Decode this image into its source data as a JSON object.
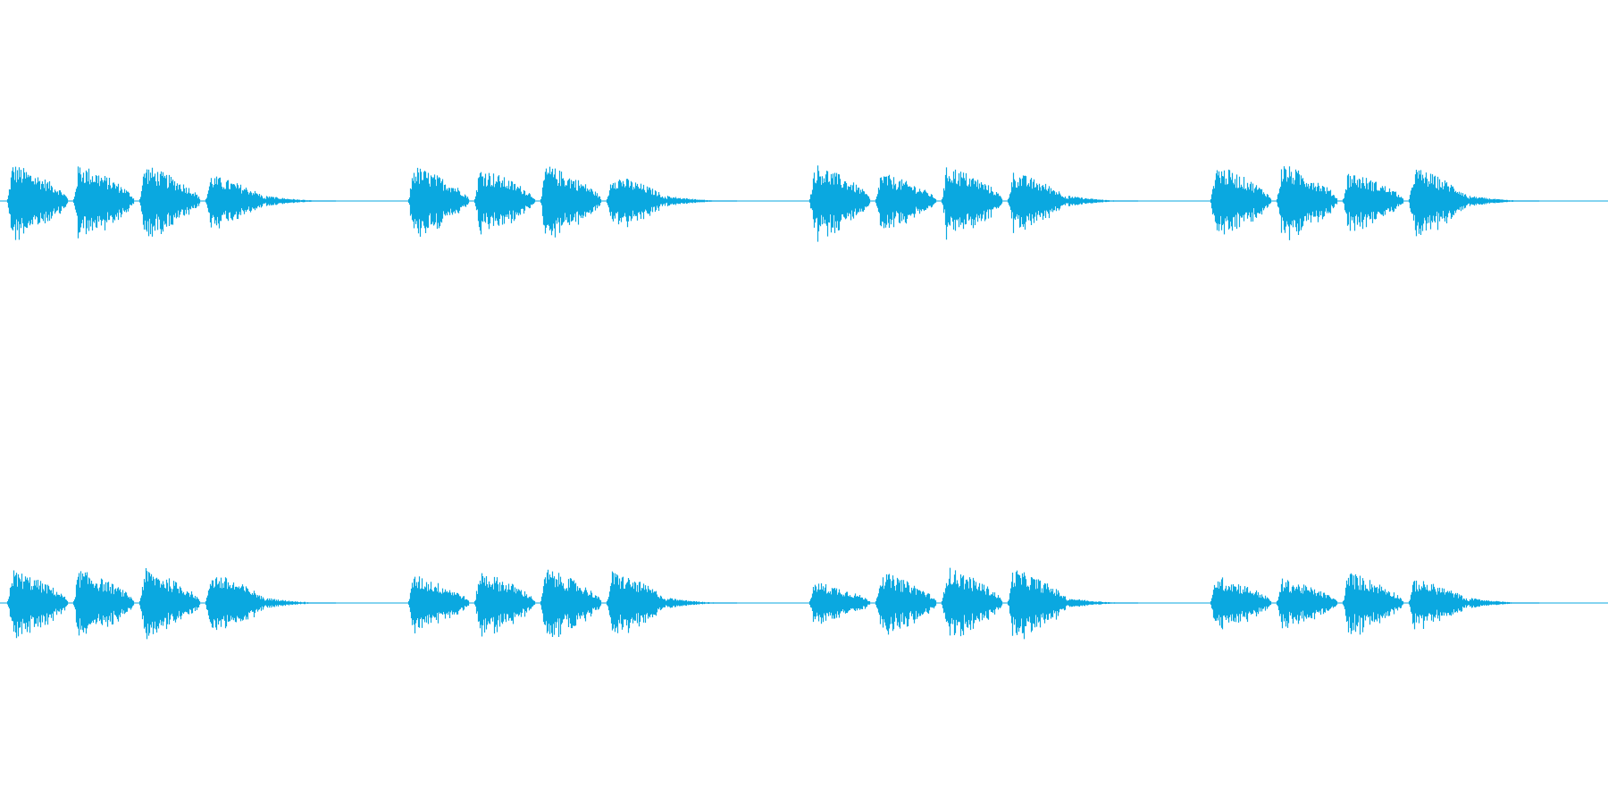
{
  "waveform": {
    "color": "#0aa8e0",
    "background": "#ffffff",
    "channels": [
      {
        "name": "channel-1",
        "clips": [
          {
            "bursts": [
              0.95,
              0.95,
              0.92,
              0.7
            ],
            "tail": true
          },
          {
            "bursts": [
              0.9,
              0.85,
              0.92,
              0.72
            ],
            "tail": true
          },
          {
            "bursts": [
              0.95,
              0.72,
              0.92,
              0.78
            ],
            "tail": true
          },
          {
            "bursts": [
              0.92,
              0.95,
              0.75,
              0.9
            ],
            "tail": true
          }
        ]
      },
      {
        "name": "channel-2",
        "clips": [
          {
            "bursts": [
              0.85,
              0.85,
              0.88,
              0.82
            ],
            "tail": true
          },
          {
            "bursts": [
              0.72,
              0.82,
              0.88,
              0.85
            ],
            "tail": true
          },
          {
            "bursts": [
              0.55,
              0.8,
              0.92,
              0.92
            ],
            "tail": true
          },
          {
            "bursts": [
              0.7,
              0.62,
              0.8,
              0.65
            ],
            "tail": true
          }
        ]
      }
    ]
  }
}
